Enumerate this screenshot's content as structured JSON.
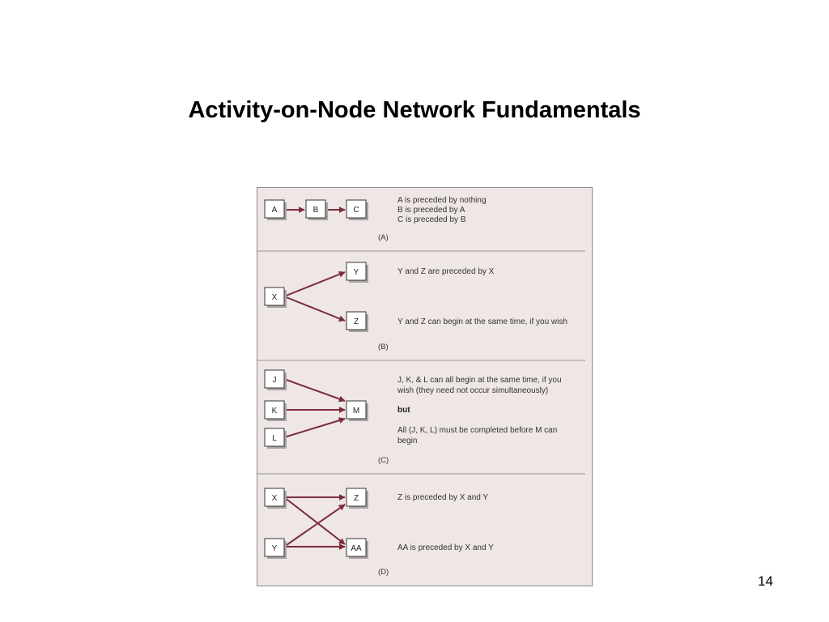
{
  "slide": {
    "title": "Activity-on-Node Network Fundamentals",
    "page_number": "14"
  },
  "figure": {
    "colors": {
      "background": "#efe6e6",
      "arrow": "#7a2d3c",
      "node_border": "#333333"
    },
    "panels": [
      {
        "caption": "(A)",
        "nodes": [
          "A",
          "B",
          "C"
        ],
        "lines": [
          "A is preceded by nothing",
          "B is preceded by A",
          "C is preceded by B"
        ]
      },
      {
        "caption": "(B)",
        "nodes": [
          "X",
          "Y",
          "Z"
        ],
        "lines": [
          "Y and Z are preceded by X",
          "Y and Z can begin at the same time, if you wish"
        ]
      },
      {
        "caption": "(C)",
        "nodes": [
          "J",
          "K",
          "L",
          "M"
        ],
        "lines": [
          "J, K, & L can all begin at the same time, if you",
          "wish (they need not occur simultaneously)",
          "but",
          "All (J, K, L) must be completed before M can",
          "begin"
        ]
      },
      {
        "caption": "(D)",
        "nodes": [
          "X",
          "Y",
          "Z",
          "AA"
        ],
        "lines": [
          "Z is preceded by X and Y",
          "AA is preceded by X and Y"
        ]
      }
    ]
  }
}
